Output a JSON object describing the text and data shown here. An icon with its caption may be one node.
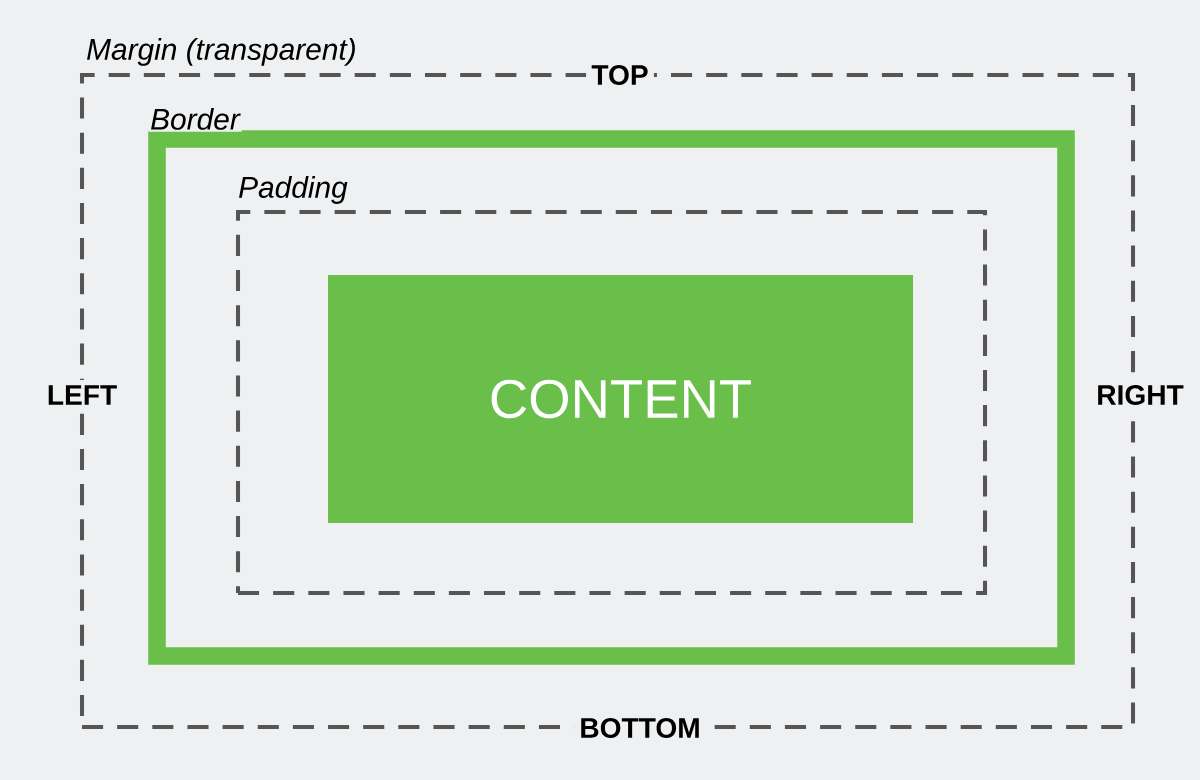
{
  "diagram": {
    "nodes": [
      {
        "text": [
          "Margin (transparent)"
        ]
      },
      {
        "text": [
          "Border"
        ],
        "in": 0
      },
      {
        "text": [
          "Padding"
        ],
        "in": 1
      },
      {
        "text": [
          "CONTENT"
        ],
        "in": 2
      }
    ],
    "labels": [
      "TOP",
      "LEFT",
      "RIGHT",
      "BOTTOM"
    ]
  }
}
